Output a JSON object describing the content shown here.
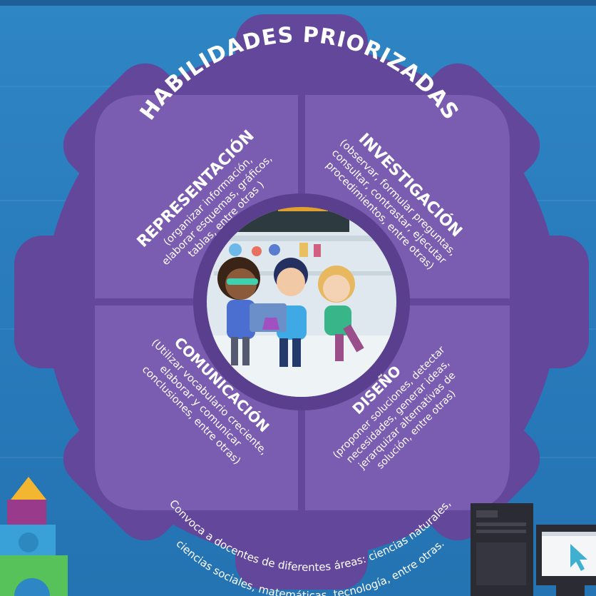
{
  "title": "HABILIDADES PRIORIZADAS",
  "quadrants": {
    "representacion": {
      "title": "REPRESENTACIÓN",
      "lines": [
        "(organizar información,",
        "elaborar esquemas, gráficos,",
        "tablas, entre otras )"
      ]
    },
    "investigacion": {
      "title": "INVESTIGACIÓN",
      "lines": [
        "(observar, formular preguntas,",
        "consultar, contrastar, ejecutar",
        "procedimientos, entre otras)"
      ]
    },
    "comunicacion": {
      "title": "COMUNICACIÓN",
      "lines": [
        "(Utilizar vocabulario creciente,",
        "elaborar y comunicar",
        "conclusiones, entre otras)"
      ]
    },
    "diseno": {
      "title": "DISEÑO",
      "lines": [
        "(proponer soluciones, detectar",
        "necesidades, generar ideas,",
        "jerarquizar alternativas de",
        "solución, entre otras)"
      ]
    }
  },
  "footer_lines": [
    "Convoca a docentes de diferentes áreas: ciencias naturales,",
    "ciencias sociales, matemáticas, tecnología, entre otras."
  ],
  "colors": {
    "background": "#2a7dbd",
    "gear": "#62479a",
    "quadrant": "#7a5cb0",
    "inner_ring": "#5a3f8e",
    "text": "#ffffff"
  },
  "icons": [
    "gear-shape",
    "children-lab-illustration",
    "toy-blocks-illustration",
    "computer-illustration"
  ]
}
